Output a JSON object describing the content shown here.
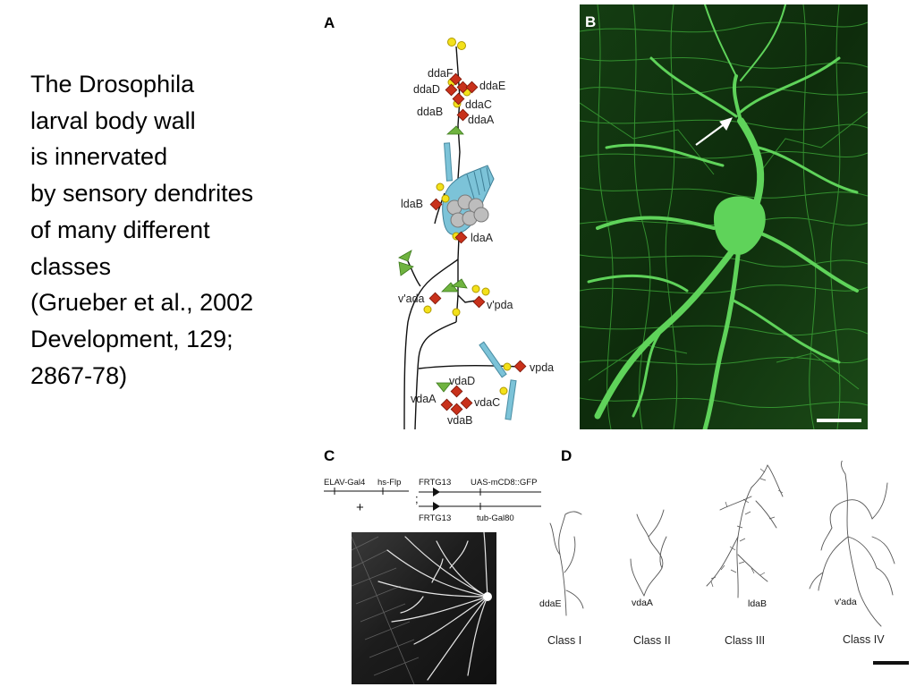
{
  "text_block": {
    "lines": [
      "The Drosophila",
      "larval body wall",
      "is innervated",
      "by sensory dendrites",
      "of many different",
      "classes",
      "(Grueber et al., 2002",
      "Development, 129;",
      "2867-78)"
    ]
  },
  "panels": {
    "a": {
      "letter": "A",
      "neuron_labels": [
        "ddaF",
        "ddaD",
        "ddaE",
        "ddaC",
        "ddaB",
        "ddaA",
        "ldaB",
        "ldaA",
        "v'ada",
        "v'pda",
        "vpda",
        "vdaD",
        "vdaA",
        "vdaC",
        "vdaB"
      ]
    },
    "b": {
      "letter": "B"
    },
    "c": {
      "letter": "C",
      "genotype": {
        "elav": "ELAV-Gal4",
        "hsflp": "hs-Flp",
        "frt_top": "FRTG13",
        "uas": "UAS-mCD8::GFP",
        "plus": "+",
        "semicolon": ";",
        "frt_bottom": "FRTG13",
        "tub": "tub-Gal80"
      }
    },
    "d": {
      "letter": "D",
      "neuron_labels": [
        "ddaE",
        "vdaA",
        "ldaB",
        "v'ada"
      ],
      "class_labels": [
        "Class I",
        "Class II",
        "Class III",
        "Class IV"
      ]
    }
  },
  "colors": {
    "fluorescence": "#5fd35a",
    "neuron_marker": "#c8311b",
    "support_cell": "#f3e11a",
    "triangle": "#6fb33f",
    "cap_cell": "#7cc3d8"
  }
}
